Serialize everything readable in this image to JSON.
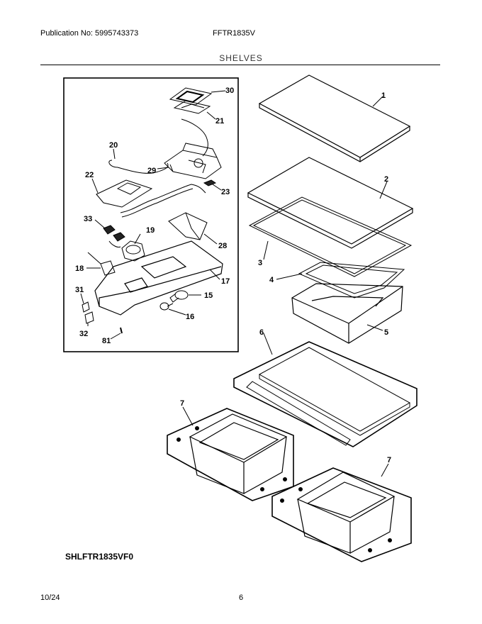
{
  "header": {
    "publication": "Publication No: 5995743373",
    "model": "FFTR1835V",
    "section_title": "SHELVES"
  },
  "callouts": {
    "c1": "1",
    "c2": "2",
    "c3": "3",
    "c4": "4",
    "c5": "5",
    "c6": "6",
    "c7a": "7",
    "c7b": "7",
    "c15": "15",
    "c16": "16",
    "c17": "17",
    "c18": "18",
    "c19": "19",
    "c20": "20",
    "c21": "21",
    "c22": "22",
    "c23": "23",
    "c28": "28",
    "c29": "29",
    "c30": "30",
    "c31": "31",
    "c32": "32",
    "c33": "33",
    "c81": "81"
  },
  "footer": {
    "diagram_code": "SHLFTR1835VF0",
    "date": "10/24",
    "page": "6"
  }
}
